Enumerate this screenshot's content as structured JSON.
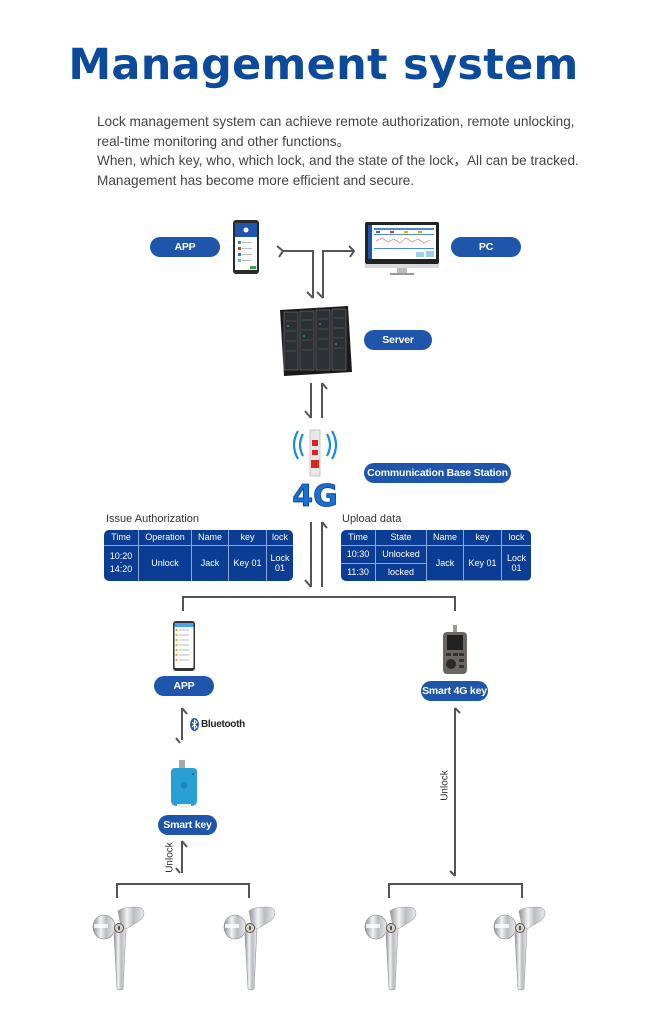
{
  "title": "Management system",
  "intro": [
    "Lock management system can achieve remote authorization, remote unlocking,",
    "real-time monitoring and other functions。",
    "When, which key, who, which lock, and the state of the lock，All can be tracked.",
    "Management has become more efficient and secure."
  ],
  "nodes": {
    "app_top": "APP",
    "pc": "PC",
    "server": "Server",
    "base_station": "Communication Base Station",
    "app_bottom": "APP",
    "smart_4g_key": "Smart 4G key",
    "smart_key": "Smart key"
  },
  "labels": {
    "bluetooth": "Bluetooth",
    "unlock_left": "Unlock",
    "unlock_right": "Unlock",
    "tower_badge": "4G"
  },
  "issue_authorization": {
    "heading": "Issue Authorization",
    "columns": [
      "Time",
      "Operation",
      "Name",
      "key",
      "lock"
    ],
    "row": {
      "time": "10:20 - 14:20",
      "time_start": "10:20",
      "time_sep": "-",
      "time_end": "14:20",
      "operation": "Unlock",
      "name": "Jack",
      "key": "Key 01",
      "lock": "Lock 01"
    }
  },
  "upload_data": {
    "heading": "Upload data",
    "columns": [
      "Time",
      "State",
      "Name",
      "key",
      "lock"
    ],
    "rows": [
      {
        "time": "10:30",
        "state": "Unlocked"
      },
      {
        "time": "11:30",
        "state": "locked"
      }
    ],
    "shared": {
      "name": "Jack",
      "key": "Key 01",
      "lock": "Lock 01"
    }
  },
  "colors": {
    "title": "#0b4a9c",
    "pill": "#1f56ac",
    "table": "#0c3d94",
    "connector": "#555555"
  }
}
